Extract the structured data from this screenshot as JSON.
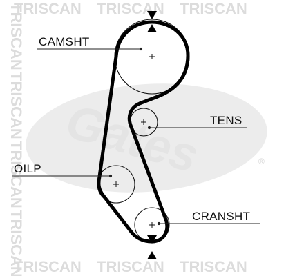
{
  "labels": {
    "camshaft": "CAMSHT",
    "tensioner": "TENS",
    "oil_pump": "OILP",
    "crankshaft": "CRANSHT"
  },
  "watermark": {
    "repeating_text": "TRISCAN",
    "logo_text": "Gates",
    "registered_mark": "®"
  },
  "colors": {
    "belt": "#000000",
    "pulley": "#111111",
    "leader_line": "#222222",
    "watermark": "#dcdcdc"
  }
}
